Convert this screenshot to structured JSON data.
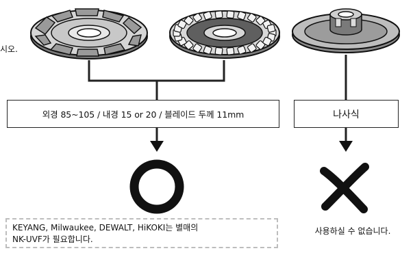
{
  "left_note_fragment": "시오.",
  "flow": {
    "spec_label": "외경 85~105 / 내경 15 or 20 / 블레이드 두께 11mm",
    "thread_label": "나사식"
  },
  "results": {
    "compatible_note_line1": "KEYANG, Milwaukee, DEWALT, HiKOKI는 별매의",
    "compatible_note_line2": "NK-UVF가 필요합니다.",
    "incompatible_note": "사용하실 수 없습니다."
  },
  "icons": [
    "segmented-cup-wheel-icon",
    "toothed-cup-wheel-icon",
    "threaded-hub-wheel-icon",
    "circle-ok-icon",
    "x-mark-icon"
  ],
  "colors": {
    "line": "#222222",
    "dashed_border": "#bdbdbd",
    "mark": "#111111"
  }
}
